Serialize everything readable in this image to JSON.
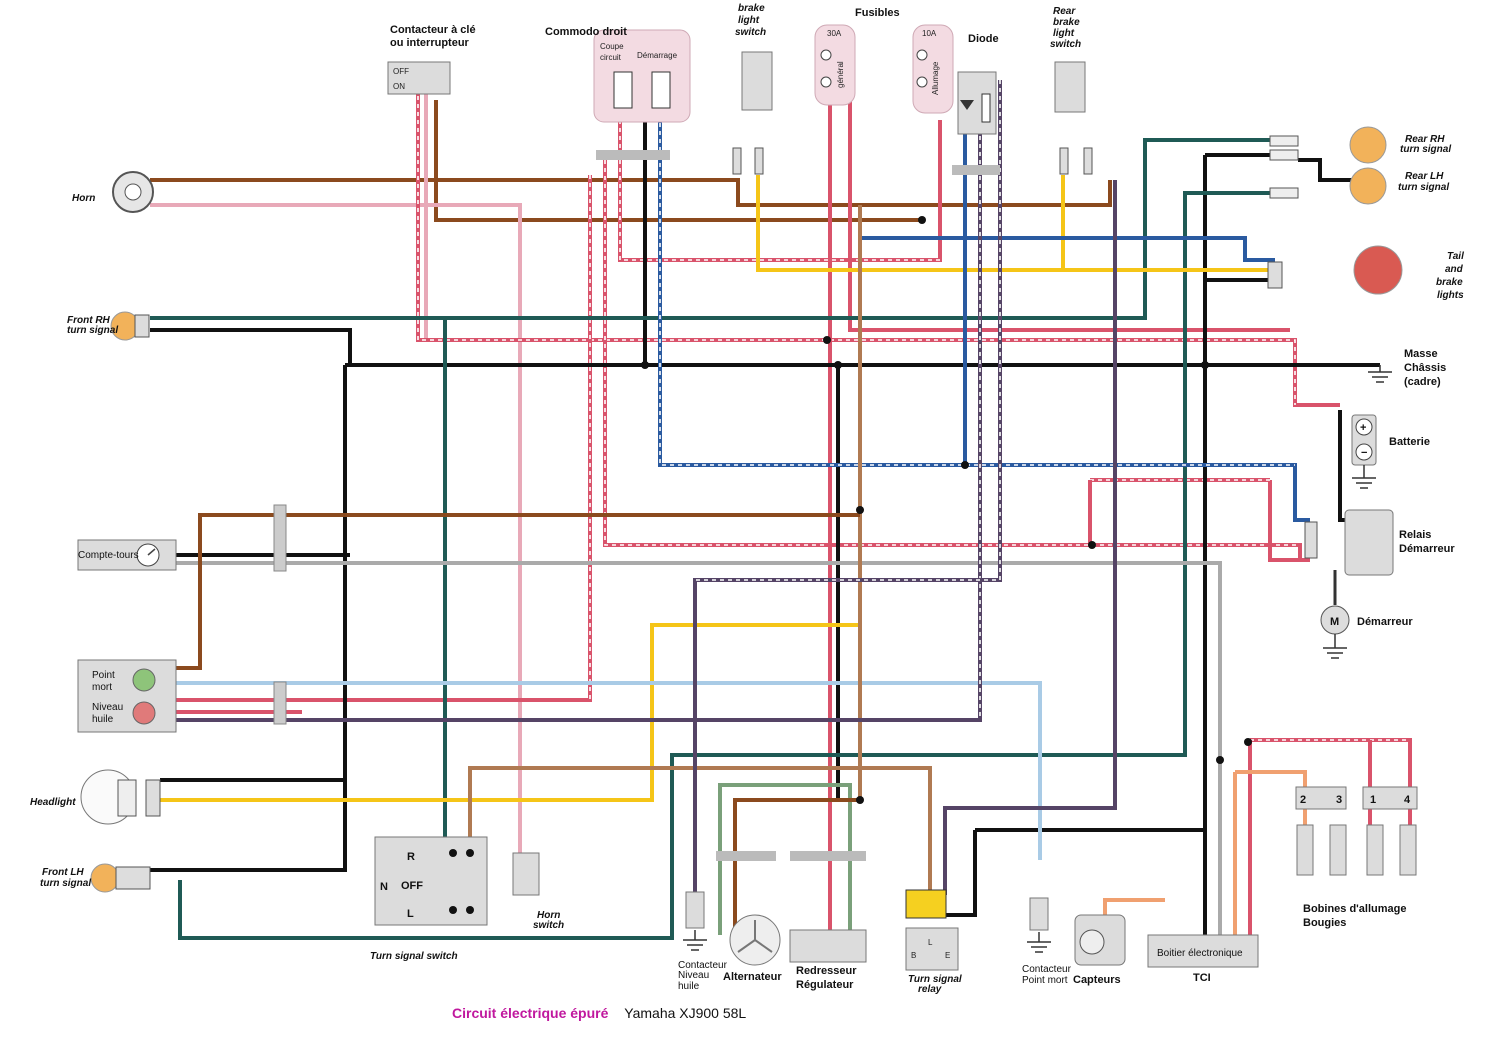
{
  "title": {
    "accent": "Circuit électrique épuré",
    "model": "Yamaha XJ900  58L"
  },
  "components": {
    "key_switch": {
      "label_line1": "Contacteur à clé",
      "label_line2": "ou interrupteur",
      "off": "OFF",
      "on": "ON"
    },
    "right_control": {
      "label": "Commodo droit",
      "kill_line1": "Coupe",
      "kill_line2": "circuit",
      "start": "Démarrage"
    },
    "front_brake_switch": {
      "line1": "brake",
      "line2": "light",
      "line3": "switch"
    },
    "fuses": {
      "label": "Fusibles",
      "main_rating": "30A",
      "main_name": "général",
      "ign_rating": "10A",
      "ign_name": "Allumage"
    },
    "diode": {
      "label": "Diode"
    },
    "rear_brake_switch": {
      "line1": "Rear",
      "line2": "brake",
      "line3": "light",
      "line4": "switch"
    },
    "rear_rh": {
      "line1": "Rear RH",
      "line2": "turn signal"
    },
    "rear_lh": {
      "line1": "Rear LH",
      "line2": "turn signal"
    },
    "tail": {
      "line1": "Tail",
      "line2": "and",
      "line3": "brake",
      "line4": "lights"
    },
    "ground": {
      "line1": "Masse",
      "line2": "Châssis",
      "line3": "(cadre)"
    },
    "battery": {
      "label": "Batterie"
    },
    "starter_relay": {
      "line1": "Relais",
      "line2": "Démarreur"
    },
    "starter_motor": {
      "label": "Démarreur",
      "symbol": "M"
    },
    "horn": {
      "label": "Horn"
    },
    "front_rh": {
      "line1": "Front RH",
      "line2": "turn signal"
    },
    "tachometer": {
      "label": "Compte-tours"
    },
    "neutral_lamp": {
      "line1": "Point",
      "line2": "mort"
    },
    "oil_lamp": {
      "line1": "Niveau",
      "line2": "huile"
    },
    "headlight": {
      "label": "Headlight"
    },
    "front_lh": {
      "line1": "Front LH",
      "line2": "turn signal"
    },
    "turn_switch": {
      "label": "Turn signal switch",
      "r": "R",
      "n": "N",
      "off": "OFF",
      "l": "L"
    },
    "horn_switch": {
      "line1": "Horn",
      "line2": "switch"
    },
    "oil_switch": {
      "line1": "Contacteur",
      "line2": "Niveau",
      "line3": "huile"
    },
    "alternator": {
      "label": "Alternateur"
    },
    "regulator": {
      "line1": "Redresseur",
      "line2": "Régulateur"
    },
    "flasher": {
      "line1": "Turn signal",
      "line2": "relay",
      "b": "B",
      "l": "L",
      "e": "E"
    },
    "neutral_switch": {
      "line1": "Contacteur",
      "line2": "Point mort"
    },
    "pickups": {
      "label": "Capteurs"
    },
    "tci": {
      "box": "Boitier électronique",
      "label": "TCI"
    },
    "coils": {
      "line1": "Bobines d'allumage",
      "line2": "Bougies",
      "n1": "2",
      "n2": "3",
      "n3": "1",
      "n4": "4"
    }
  },
  "wire_colors": {
    "brown": "#8b4a1e",
    "pink": "#e8a9b8",
    "red": "#d9536b",
    "black": "#111111",
    "dark_green": "#1f5a55",
    "yellow": "#f5c518",
    "blue": "#2a5aa0",
    "light_blue": "#a9cbe6",
    "gray": "#aaaaaa",
    "light_brown": "#b07a52",
    "orange": "#f0a070",
    "olive": "#7a6a3a"
  }
}
